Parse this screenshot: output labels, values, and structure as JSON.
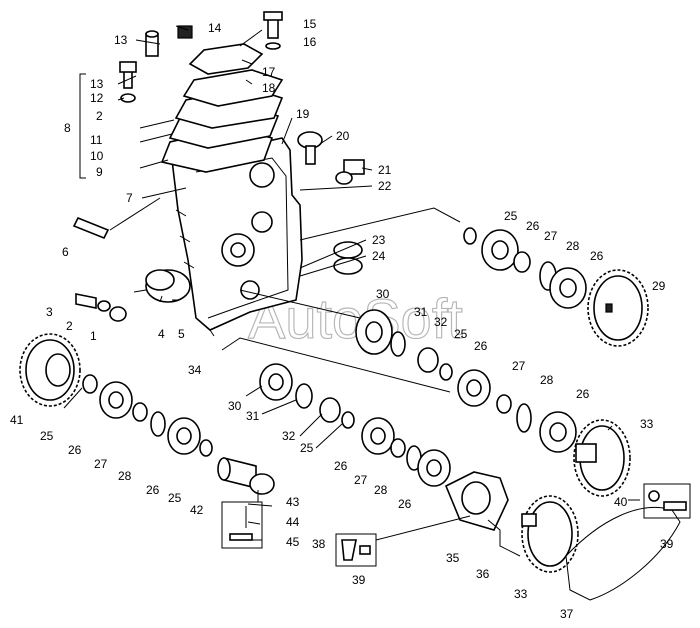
{
  "watermark": "AutoSoft",
  "callouts": [
    "1",
    "2",
    "3",
    "4",
    "5",
    "6",
    "7",
    "8",
    "9",
    "10",
    "11",
    "12",
    "13",
    "14",
    "15",
    "16",
    "17",
    "18",
    "19",
    "20",
    "21",
    "22",
    "23",
    "24",
    "25",
    "26",
    "27",
    "28",
    "29",
    "30",
    "31",
    "32",
    "33",
    "34",
    "35",
    "36",
    "37",
    "38",
    "39",
    "40",
    "41",
    "42",
    "43",
    "44",
    "45"
  ],
  "labels": [
    {
      "id": "l13a",
      "text": "13"
    },
    {
      "id": "l14",
      "text": "14"
    },
    {
      "id": "l15",
      "text": "15"
    },
    {
      "id": "l16",
      "text": "16"
    },
    {
      "id": "l17",
      "text": "17"
    },
    {
      "id": "l18",
      "text": "18"
    },
    {
      "id": "l13b",
      "text": "13"
    },
    {
      "id": "l12",
      "text": "12"
    },
    {
      "id": "l2a",
      "text": "2"
    },
    {
      "id": "l8",
      "text": "8"
    },
    {
      "id": "l11",
      "text": "11"
    },
    {
      "id": "l10",
      "text": "10"
    },
    {
      "id": "l9",
      "text": "9"
    },
    {
      "id": "l19",
      "text": "19"
    },
    {
      "id": "l20",
      "text": "20"
    },
    {
      "id": "l21",
      "text": "21"
    },
    {
      "id": "l22",
      "text": "22"
    },
    {
      "id": "l7",
      "text": "7"
    },
    {
      "id": "l6",
      "text": "6"
    },
    {
      "id": "l25a",
      "text": "25"
    },
    {
      "id": "l26a",
      "text": "26"
    },
    {
      "id": "l27a",
      "text": "27"
    },
    {
      "id": "l28a",
      "text": "28"
    },
    {
      "id": "l26b",
      "text": "26"
    },
    {
      "id": "l29",
      "text": "29"
    },
    {
      "id": "l23",
      "text": "23"
    },
    {
      "id": "l24",
      "text": "24"
    },
    {
      "id": "l3",
      "text": "3"
    },
    {
      "id": "l2b",
      "text": "2"
    },
    {
      "id": "l1",
      "text": "1"
    },
    {
      "id": "l4",
      "text": "4"
    },
    {
      "id": "l5",
      "text": "5"
    },
    {
      "id": "l30a",
      "text": "30"
    },
    {
      "id": "l31a",
      "text": "31"
    },
    {
      "id": "l32a",
      "text": "32"
    },
    {
      "id": "l25b",
      "text": "25"
    },
    {
      "id": "l26c",
      "text": "26"
    },
    {
      "id": "l27b",
      "text": "27"
    },
    {
      "id": "l28b",
      "text": "28"
    },
    {
      "id": "l26d",
      "text": "26"
    },
    {
      "id": "l34",
      "text": "34"
    },
    {
      "id": "l41",
      "text": "41"
    },
    {
      "id": "l25c",
      "text": "25"
    },
    {
      "id": "l26e",
      "text": "26"
    },
    {
      "id": "l27c",
      "text": "27"
    },
    {
      "id": "l28c",
      "text": "28"
    },
    {
      "id": "l26f",
      "text": "26"
    },
    {
      "id": "l25d",
      "text": "25"
    },
    {
      "id": "l42",
      "text": "42"
    },
    {
      "id": "l30b",
      "text": "30"
    },
    {
      "id": "l31b",
      "text": "31"
    },
    {
      "id": "l32b",
      "text": "32"
    },
    {
      "id": "l25e",
      "text": "25"
    },
    {
      "id": "l26g",
      "text": "26"
    },
    {
      "id": "l27d",
      "text": "27"
    },
    {
      "id": "l28d",
      "text": "28"
    },
    {
      "id": "l26h",
      "text": "26"
    },
    {
      "id": "l33a",
      "text": "33"
    },
    {
      "id": "l43",
      "text": "43"
    },
    {
      "id": "l44",
      "text": "44"
    },
    {
      "id": "l45",
      "text": "45"
    },
    {
      "id": "l35",
      "text": "35"
    },
    {
      "id": "l36",
      "text": "36"
    },
    {
      "id": "l33b",
      "text": "33"
    },
    {
      "id": "l38",
      "text": "38"
    },
    {
      "id": "l39a",
      "text": "39"
    },
    {
      "id": "l40",
      "text": "40"
    },
    {
      "id": "l39b",
      "text": "39"
    },
    {
      "id": "l37",
      "text": "37"
    }
  ]
}
